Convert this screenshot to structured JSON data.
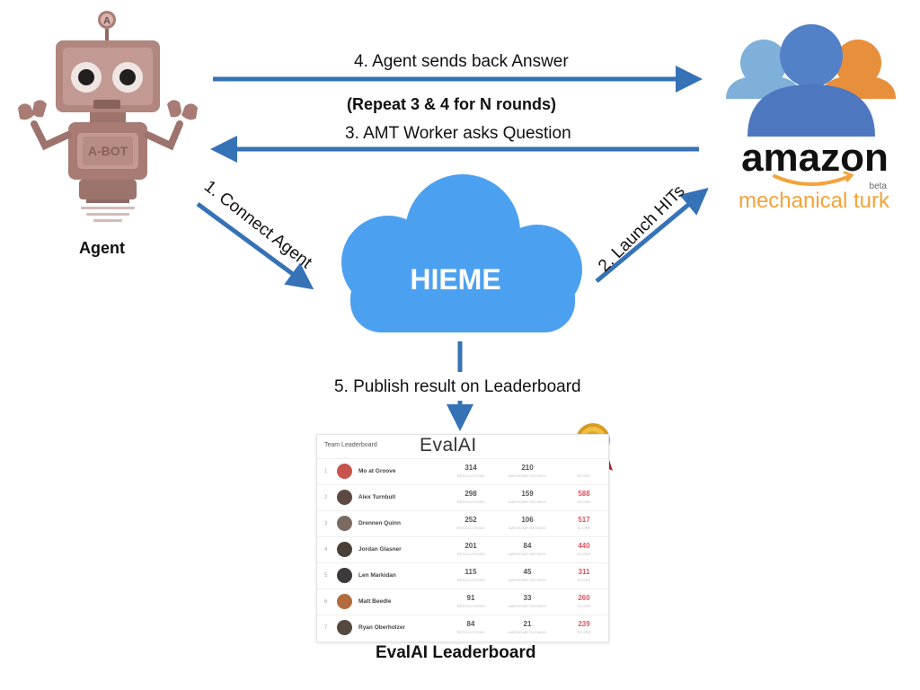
{
  "colors": {
    "arrow": "#3572b6",
    "cloud": "#4ca0f0",
    "robot": "#b0867f",
    "amazon_orange": "#f3a33b",
    "score_red": "#e0535c"
  },
  "agent": {
    "label": "Agent",
    "robot_badge": "A-BOT",
    "antenna_letter": "A"
  },
  "cloud": {
    "label": "HIEME"
  },
  "amazon": {
    "wordmark": "amazon",
    "beta": "beta",
    "product": "mechanical turk"
  },
  "arrows": {
    "step1": "1. Connect Agent",
    "step2": "2. Launch HITs",
    "step3": "3. AMT Worker asks Question",
    "step4": "4. Agent sends back Answer",
    "repeat_note": "(Repeat 3 & 4 for N rounds)",
    "step5": "5. Publish result on Leaderboard"
  },
  "leaderboard": {
    "caption": "EvalAI Leaderboard",
    "title": "Team Leaderboard",
    "brand": "EvalAI",
    "rows": [
      {
        "rank": "1",
        "name": "Mo at Groove",
        "resolutions": "314",
        "resolutions_label": "RESOLUTIONS",
        "ratings": "210",
        "ratings_label": "AWESOME RATINGS",
        "score": "",
        "score_label": "SCORE",
        "avatar_color": "#c9544d"
      },
      {
        "rank": "2",
        "name": "Alex Turnbull",
        "resolutions": "298",
        "resolutions_label": "RESOLUTIONS",
        "ratings": "159",
        "ratings_label": "AWESOME RATINGS",
        "score": "588",
        "score_label": "SCORE",
        "avatar_color": "#5b4a42"
      },
      {
        "rank": "3",
        "name": "Drennen Quinn",
        "resolutions": "252",
        "resolutions_label": "RESOLUTIONS",
        "ratings": "106",
        "ratings_label": "AWESOME RATINGS",
        "score": "517",
        "score_label": "SCORE",
        "avatar_color": "#7a6a60"
      },
      {
        "rank": "4",
        "name": "Jordan Glasner",
        "resolutions": "201",
        "resolutions_label": "RESOLUTIONS",
        "ratings": "84",
        "ratings_label": "AWESOME RATINGS",
        "score": "440",
        "score_label": "SCORE",
        "avatar_color": "#4a4038"
      },
      {
        "rank": "5",
        "name": "Len Markidan",
        "resolutions": "115",
        "resolutions_label": "RESOLUTIONS",
        "ratings": "45",
        "ratings_label": "AWESOME RATINGS",
        "score": "311",
        "score_label": "SCORE",
        "avatar_color": "#3c3a3a"
      },
      {
        "rank": "6",
        "name": "Matt Beedle",
        "resolutions": "91",
        "resolutions_label": "RESOLUTIONS",
        "ratings": "33",
        "ratings_label": "AWESOME RATINGS",
        "score": "260",
        "score_label": "SCORE",
        "avatar_color": "#b36a3c"
      },
      {
        "rank": "7",
        "name": "Ryan Oberholzer",
        "resolutions": "84",
        "resolutions_label": "RESOLUTIONS",
        "ratings": "21",
        "ratings_label": "AWESOME RATINGS",
        "score": "239",
        "score_label": "SCORE",
        "avatar_color": "#55493f"
      }
    ]
  }
}
